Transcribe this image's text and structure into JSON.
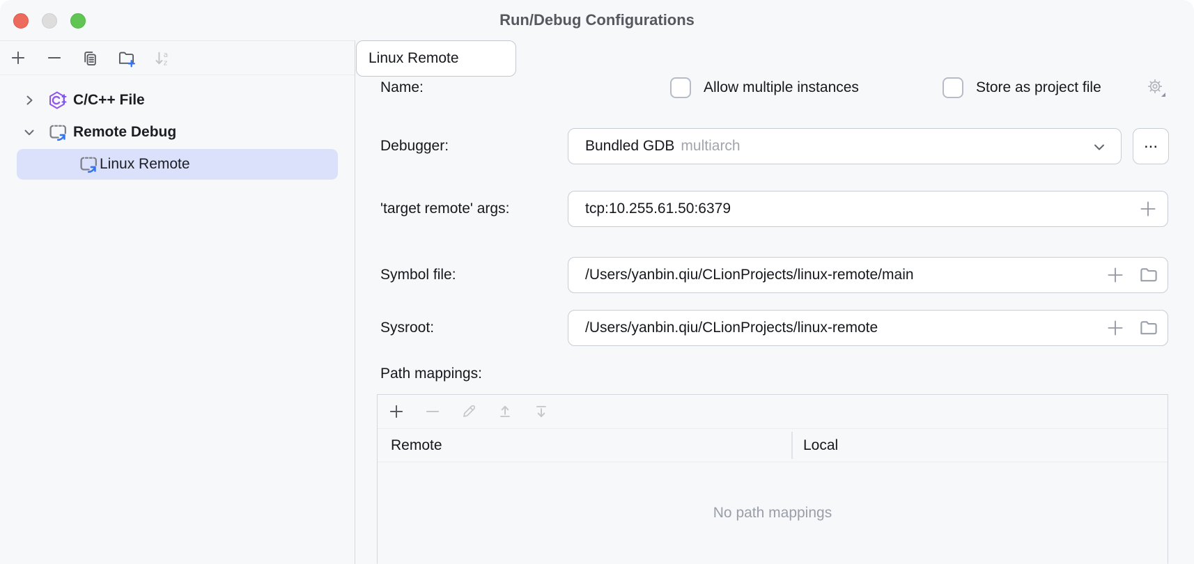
{
  "window": {
    "title": "Run/Debug Configurations"
  },
  "sidebar": {
    "toolbar": [
      {
        "name": "add",
        "icon": "plus-icon",
        "enabled": true
      },
      {
        "name": "remove",
        "icon": "minus-icon",
        "enabled": true
      },
      {
        "name": "copy-configuration",
        "icon": "copy-icon",
        "enabled": true
      },
      {
        "name": "new-folder",
        "icon": "new-folder-icon",
        "enabled": true
      },
      {
        "name": "sort-configurations",
        "icon": "sort-az-icon",
        "enabled": false
      }
    ],
    "tree": [
      {
        "label": "C/C++ File",
        "icon": "cpp-file-icon",
        "expanded": false,
        "selected": false
      },
      {
        "label": "Remote Debug",
        "icon": "remote-debug-icon",
        "expanded": true,
        "selected": false
      },
      {
        "label": "Linux Remote",
        "icon": "remote-debug-icon",
        "selected": true
      }
    ]
  },
  "form": {
    "name": {
      "label": "Name:",
      "value": "Linux Remote"
    },
    "allow_multiple_instances": {
      "label": "Allow multiple instances",
      "checked": false
    },
    "store_as_project_file": {
      "label": "Store as project file",
      "checked": false
    },
    "debugger": {
      "label": "Debugger:",
      "value": "Bundled GDB",
      "variant": "multiarch",
      "more_button": "..."
    },
    "target_remote_args": {
      "label": "'target remote' args:",
      "value": "tcp:10.255.61.50:6379"
    },
    "symbol_file": {
      "label": "Symbol file:",
      "value": "/Users/yanbin.qiu/CLionProjects/linux-remote/main"
    },
    "sysroot": {
      "label": "Sysroot:",
      "value": "/Users/yanbin.qiu/CLionProjects/linux-remote"
    },
    "path_mappings": {
      "label": "Path mappings:",
      "columns": [
        "Remote",
        "Local"
      ],
      "rows": [],
      "empty_text": "No path mappings"
    }
  },
  "colors": {
    "accent_blue": "#3574f0",
    "selection": "#dce1fb",
    "cpp_purple": "#8f57e8",
    "field_border": "#c8ccd4",
    "background": "#f7f8fa"
  }
}
